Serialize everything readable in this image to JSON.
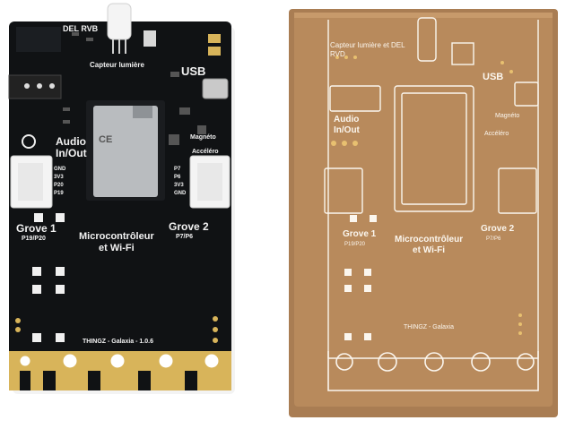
{
  "board": {
    "labels": {
      "led": "DEL RVB",
      "light_sensor": "Capteur lumière",
      "usb": "USB",
      "audio": "Audio\nIn/Out",
      "grove1": "Grove 1",
      "grove1_pins": "P19/P20",
      "grove2": "Grove 2",
      "grove2_pins": "P7/P6",
      "mcu": "Microcontrôleur\net Wi-Fi",
      "version": "THINGZ - Galaxia - 1.0.6",
      "magneto": "Magnéto",
      "accel": "Accéléro",
      "pins_left": [
        "GND",
        "3V3",
        "P20",
        "P19"
      ],
      "pins_right": [
        "P7",
        "P6",
        "3V3",
        "GND"
      ],
      "module_mark": "CE"
    }
  },
  "box": {
    "labels": {
      "header": "Capteur lumière et DEL\nRVD",
      "usb": "USB",
      "audio": "Audio\nIn/Out",
      "magneto": "Magnéto",
      "accel": "Accéléro",
      "grove1": "Grove 1",
      "grove1_pins": "P19/P20",
      "grove2": "Grove 2",
      "grove2_pins": "P7/P6",
      "mcu": "Microcontrôleur\net Wi-Fi",
      "brand": "THINGZ - Galaxia"
    }
  },
  "colors": {
    "pcb": "#101214",
    "gold": "#d8b45a",
    "cardboard": "#b88a5c",
    "print": "#fbf6ee"
  }
}
